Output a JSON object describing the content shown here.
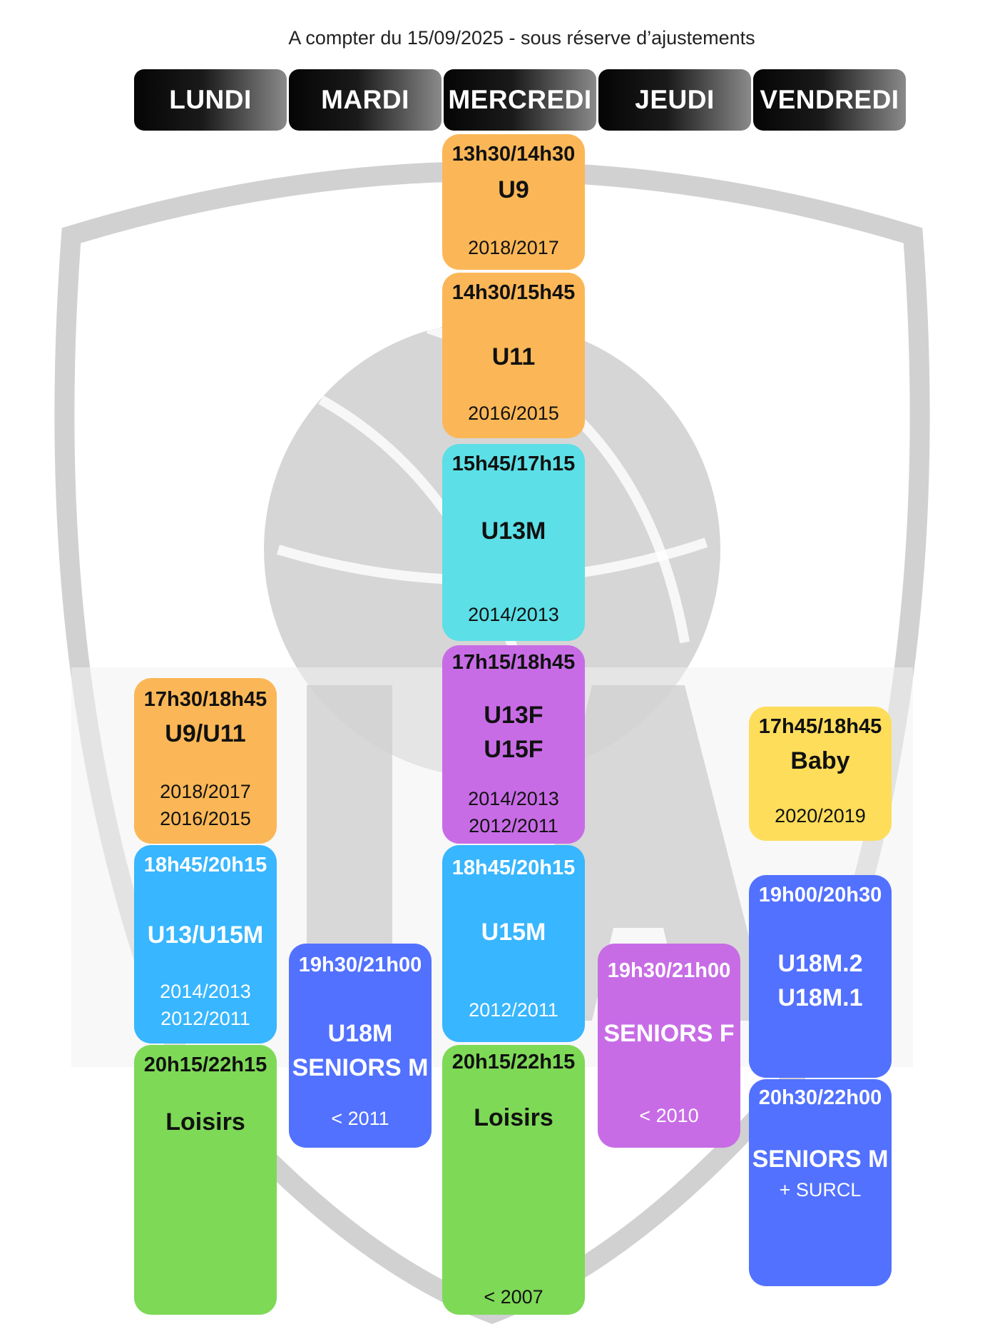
{
  "subtitle": "A compter du 15/09/2025 - sous réserve d’ajustements",
  "days": [
    "LUNDI",
    "MARDI",
    "MERCREDI",
    "JEUDI",
    "VENDREDI"
  ],
  "colors": {
    "orange": "#fbb757",
    "cyan": "#5cdfe6",
    "purple": "#c86ce6",
    "yellow": "#fedd5a",
    "blue": "#38b6ff",
    "indigo": "#5271ff",
    "green": "#7ed957",
    "header": "#000000"
  },
  "lundi": {
    "s1": {
      "time": "17h30/18h45",
      "name": "U9/U11",
      "years": [
        "2018/2017",
        "2016/2015"
      ]
    },
    "s2": {
      "time": "18h45/20h15",
      "name": "U13/U15M",
      "years": [
        "2014/2013",
        "2012/2011"
      ]
    },
    "s3": {
      "time": "20h15/22h15",
      "name": "Loisirs"
    }
  },
  "mardi": {
    "s1": {
      "time": "19h30/21h00",
      "name": [
        "U18M",
        "SENIORS M"
      ],
      "years": "< 2011"
    }
  },
  "mercredi": {
    "s1": {
      "time": "13h30/14h30",
      "name": "U9",
      "years": "2018/2017"
    },
    "s2": {
      "time": "14h30/15h45",
      "name": "U11",
      "years": "2016/2015"
    },
    "s3": {
      "time": "15h45/17h15",
      "name": "U13M",
      "years": "2014/2013"
    },
    "s4": {
      "time": "17h15/18h45",
      "name": [
        "U13F",
        "U15F"
      ],
      "years": [
        "2014/2013",
        "2012/2011"
      ]
    },
    "s5": {
      "time": "18h45/20h15",
      "name": "U15M",
      "years": "2012/2011"
    },
    "s6": {
      "time": "20h15/22h15",
      "name": "Loisirs",
      "years": "< 2007"
    }
  },
  "jeudi": {
    "s1": {
      "time": "19h30/21h00",
      "name": "SENIORS F",
      "years": "< 2010"
    }
  },
  "vendredi": {
    "s1": {
      "time": "17h45/18h45",
      "name": "Baby",
      "years": "2020/2019"
    },
    "s2": {
      "time": "19h00/20h30",
      "name": [
        "U18M.2",
        "U18M.1"
      ]
    },
    "s3": {
      "time": "20h30/22h00",
      "name": "SENIORS M",
      "extra": "+ SURCL"
    }
  }
}
